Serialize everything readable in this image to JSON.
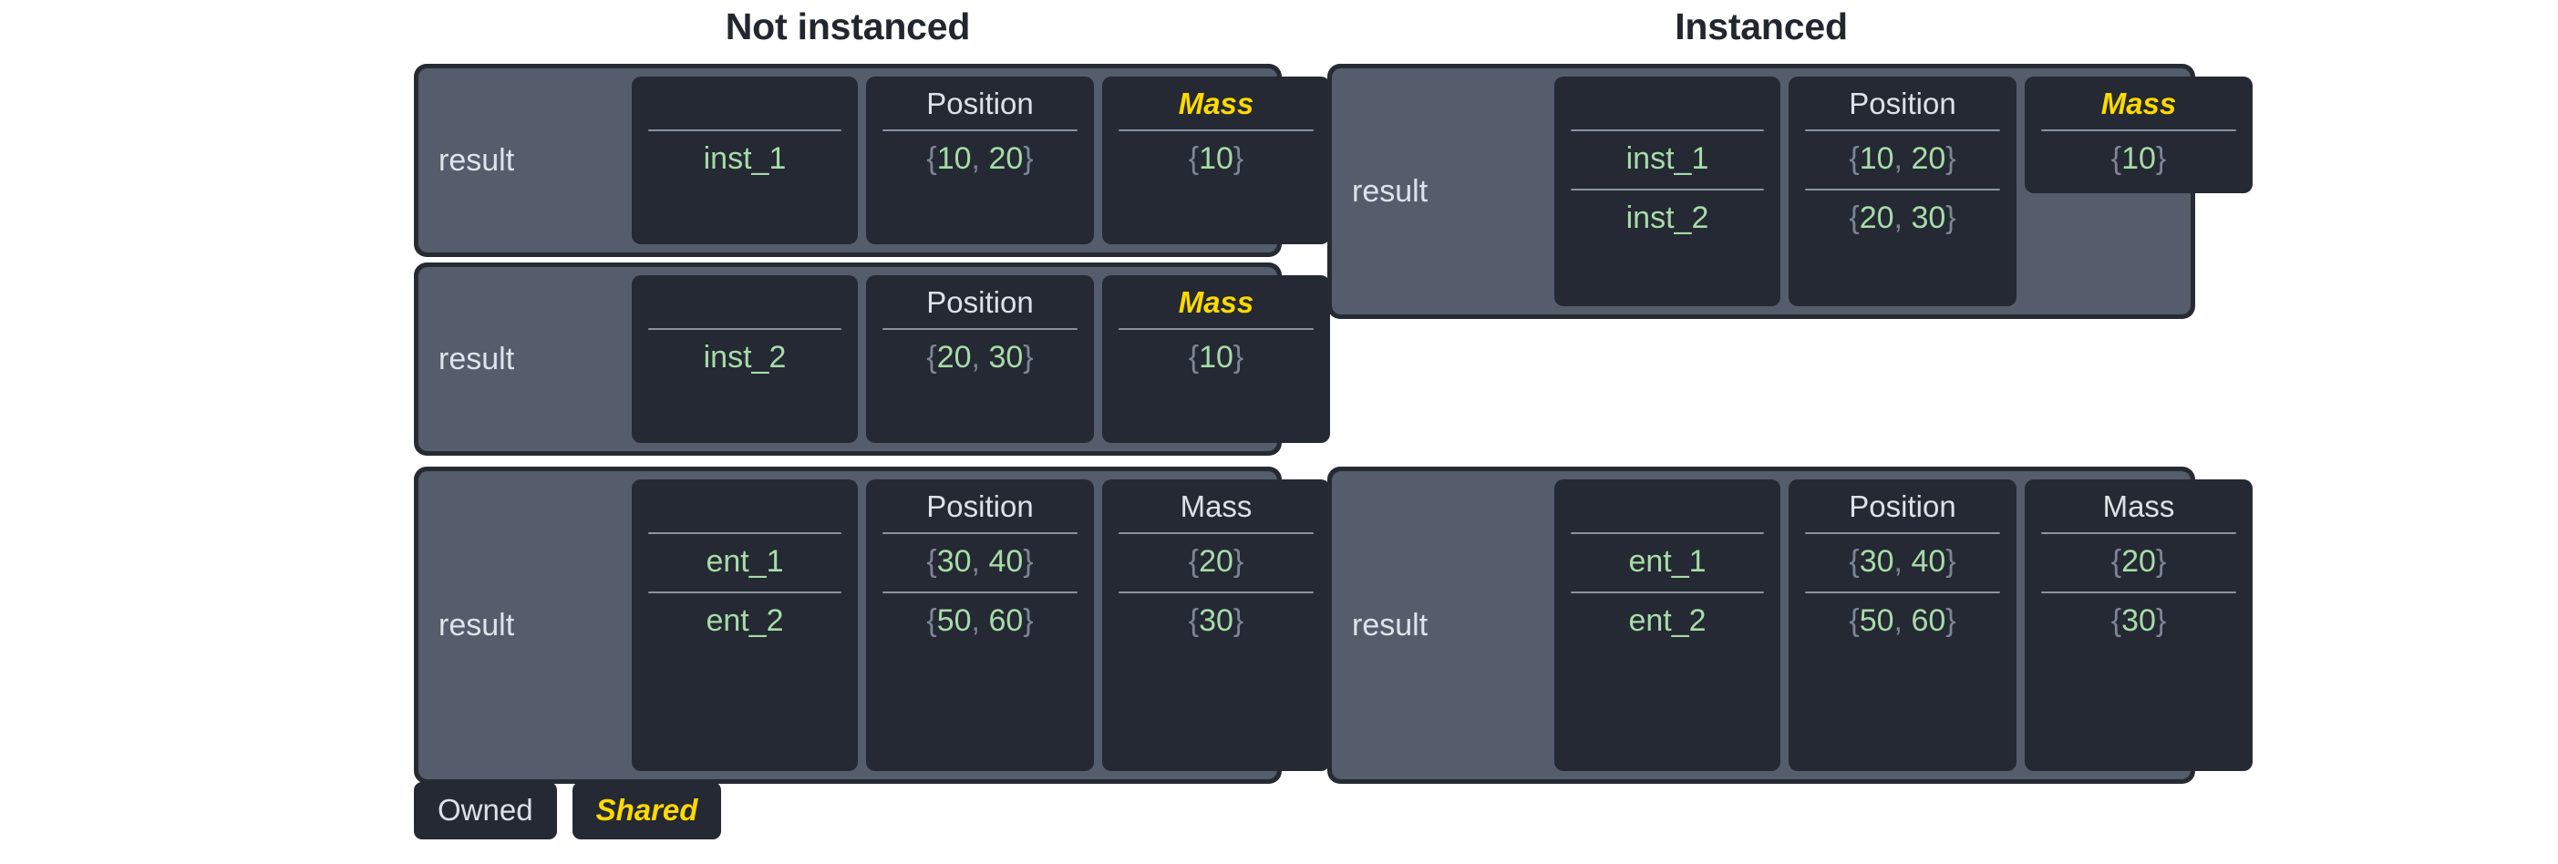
{
  "headings": {
    "left": "Not instanced",
    "right": "Instanced"
  },
  "colors": {
    "page_background": "#ffffff",
    "heading_text": "#22262e",
    "block_border": "#262b33",
    "panel_background": "#555c6b",
    "column_card": "#242933",
    "owned_text": "#dde1e8",
    "shared_text": "#ffd900",
    "value_text": "#a8dba8",
    "brace_text": "#7d8594",
    "rule_line": "#8b93a1"
  },
  "legend": {
    "items": [
      {
        "label": "Owned",
        "style": "owned"
      },
      {
        "label": "Shared",
        "style": "shared"
      }
    ]
  },
  "left_column": {
    "blocks": [
      {
        "owner": "result",
        "columns": [
          {
            "header": "",
            "header_style": "blank",
            "values": [
              "inst_1"
            ]
          },
          {
            "header": "Position",
            "header_style": "owned",
            "values": [
              "{10, 20}"
            ]
          },
          {
            "header": "Mass",
            "header_style": "shared",
            "values": [
              "{10}"
            ]
          }
        ]
      },
      {
        "owner": "result",
        "columns": [
          {
            "header": "",
            "header_style": "blank",
            "values": [
              "inst_2"
            ]
          },
          {
            "header": "Position",
            "header_style": "owned",
            "values": [
              "{20, 30}"
            ]
          },
          {
            "header": "Mass",
            "header_style": "shared",
            "values": [
              "{10}"
            ]
          }
        ]
      },
      {
        "owner": "result",
        "columns": [
          {
            "header": "",
            "header_style": "blank",
            "values": [
              "ent_1",
              "ent_2"
            ]
          },
          {
            "header": "Position",
            "header_style": "owned",
            "values": [
              "{30, 40}",
              "{50, 60}"
            ]
          },
          {
            "header": "Mass",
            "header_style": "owned",
            "values": [
              "{20}",
              "{30}"
            ]
          }
        ]
      }
    ]
  },
  "right_column": {
    "blocks": [
      {
        "owner": "result",
        "columns": [
          {
            "header": "",
            "header_style": "blank",
            "values": [
              "inst_1",
              "inst_2"
            ]
          },
          {
            "header": "Position",
            "header_style": "owned",
            "values": [
              "{10, 20}",
              "{20, 30}"
            ]
          },
          {
            "header": "Mass",
            "header_style": "shared",
            "values": [
              "{10}"
            ],
            "short": true
          }
        ]
      },
      {
        "owner": "result",
        "columns": [
          {
            "header": "",
            "header_style": "blank",
            "values": [
              "ent_1",
              "ent_2"
            ]
          },
          {
            "header": "Position",
            "header_style": "owned",
            "values": [
              "{30, 40}",
              "{50, 60}"
            ]
          },
          {
            "header": "Mass",
            "header_style": "owned",
            "values": [
              "{20}",
              "{30}"
            ]
          }
        ]
      }
    ]
  }
}
